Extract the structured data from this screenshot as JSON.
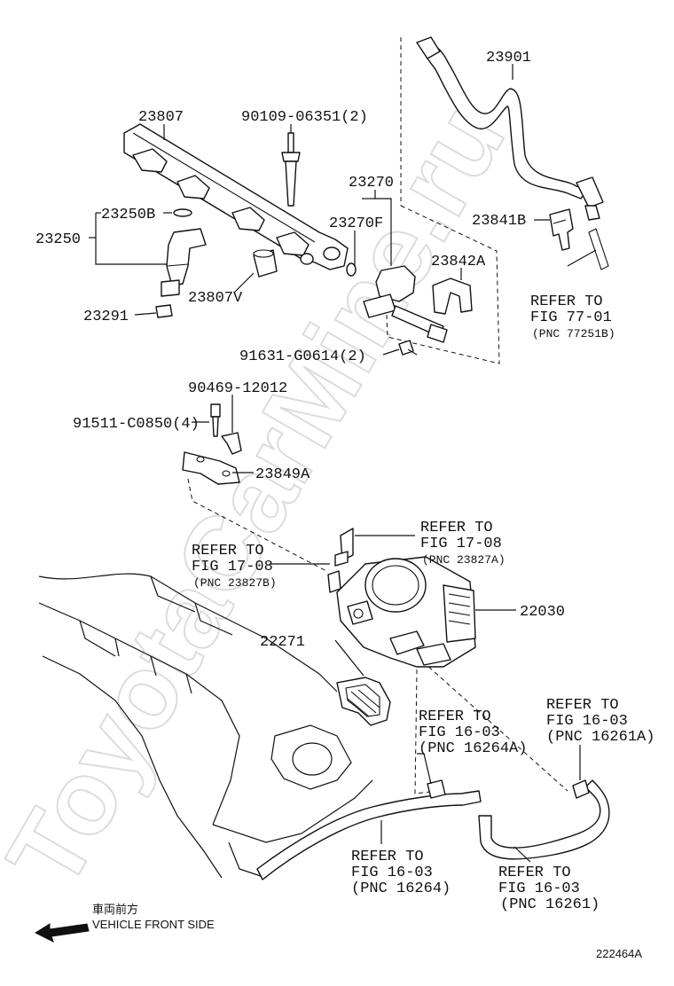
{
  "watermark": "ToyotaCarMine.ru",
  "part_labels": {
    "p23901": "23901",
    "p23807": "23807",
    "p90109": "90109-06351(2)",
    "p23270": "23270",
    "p23250B": "23250B",
    "p23270F": "23270F",
    "p23250": "23250",
    "p23841B": "23841B",
    "p23842A": "23842A",
    "p23807V": "23807V",
    "p23291": "23291",
    "p91631": "91631-G0614(2)",
    "p90469": "90469-12012",
    "p91511": "91511-C0850(4)",
    "p23849A": "23849A",
    "p22030": "22030",
    "p22271": "22271"
  },
  "refs": {
    "r1": {
      "line1": "REFER TO",
      "line2": "FIG 77-01",
      "line3": "(PNC 77251B)"
    },
    "r2": {
      "line1": "REFER TO",
      "line2": "FIG 17-08",
      "line3": "(PNC 23827A)"
    },
    "r3": {
      "line1": "REFER TO",
      "line2": "FIG 17-08",
      "line3": "(PNC 23827B)"
    },
    "r4": {
      "line1": "REFER TO",
      "line2": "FIG 16-03",
      "line3": "(PNC 16261A)"
    },
    "r5": {
      "line1": "REFER TO",
      "line2": "FIG 16-03",
      "line3": "(PNC 16264A)"
    },
    "r6": {
      "line1": "REFER TO",
      "line2": "FIG 16-03",
      "line3": "(PNC 16264)"
    },
    "r7": {
      "line1": "REFER TO",
      "line2": "FIG 16-03",
      "line3": "(PNC 16261)"
    }
  },
  "direction": {
    "japanese": "車両前方",
    "english": "VEHICLE FRONT SIDE"
  },
  "figure_id": "222464A"
}
